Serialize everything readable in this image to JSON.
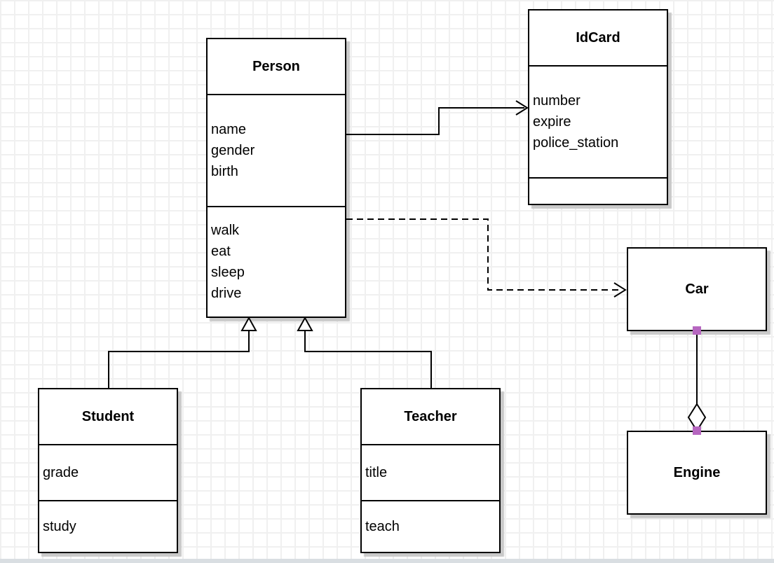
{
  "diagram": {
    "kind": "uml-class-diagram",
    "classes": {
      "person": {
        "title": "Person",
        "attributes": [
          "name",
          "gender",
          "birth"
        ],
        "methods": [
          "walk",
          "eat",
          "sleep",
          "drive"
        ]
      },
      "idcard": {
        "title": "IdCard",
        "attributes": [
          "number",
          "expire",
          "police_station"
        ],
        "methods": []
      },
      "car": {
        "title": "Car",
        "attributes": [],
        "methods": []
      },
      "engine": {
        "title": "Engine",
        "attributes": [],
        "methods": []
      },
      "student": {
        "title": "Student",
        "attributes": [
          "grade"
        ],
        "methods": [
          "study"
        ]
      },
      "teacher": {
        "title": "Teacher",
        "attributes": [
          "title"
        ],
        "methods": [
          "teach"
        ]
      }
    },
    "relationships": [
      {
        "type": "association",
        "from": "Person",
        "to": "IdCard",
        "line": "solid",
        "arrow": "open"
      },
      {
        "type": "dependency",
        "from": "Person",
        "to": "Car",
        "line": "dashed",
        "arrow": "open"
      },
      {
        "type": "generalization",
        "from": "Student",
        "to": "Person",
        "line": "solid",
        "arrow": "hollow-triangle"
      },
      {
        "type": "generalization",
        "from": "Teacher",
        "to": "Person",
        "line": "solid",
        "arrow": "hollow-triangle"
      },
      {
        "type": "aggregation",
        "from": "Car",
        "to": "Engine",
        "line": "solid",
        "arrow": "hollow-diamond"
      }
    ],
    "colors": {
      "stroke": "#000000",
      "class_fill": "#ffffff",
      "shadow": "#c9c9c9",
      "grid": "#f0f0f0",
      "connection_point": "#b666c0"
    }
  }
}
